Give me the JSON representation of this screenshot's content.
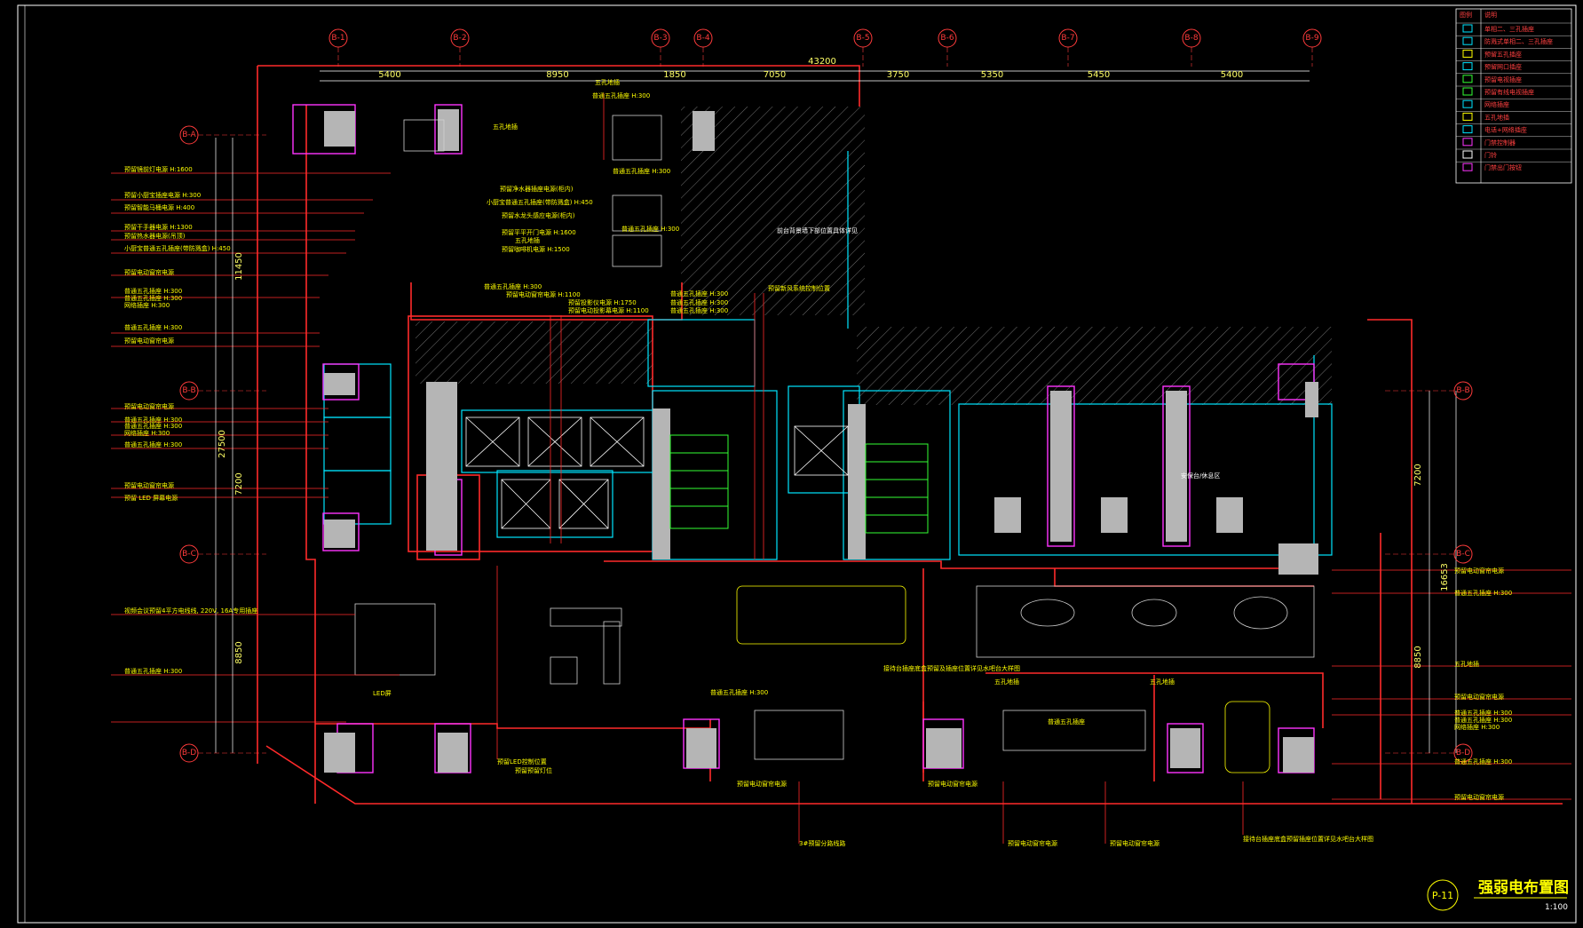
{
  "drawing": {
    "sheet_no": "P-11",
    "title": "强弱电布置图",
    "scale": "1:100",
    "total_width": "43200"
  },
  "top_dims": [
    "5400",
    "8950",
    "1850",
    "7050",
    "3750",
    "5350",
    "5450",
    "5400"
  ],
  "left_dims": [
    "11450",
    "27500",
    "7200",
    "8850"
  ],
  "right_dims": [
    "7200",
    "16653",
    "8850"
  ],
  "axis_top": [
    "B-1",
    "B-2",
    "B-3",
    "B-4",
    "B-5",
    "B-6",
    "B-7",
    "B-8",
    "B-9"
  ],
  "axis_left": [
    "B-A",
    "B-B",
    "B-C",
    "B-D"
  ],
  "axis_right": [
    "B-B",
    "B-C",
    "B-D"
  ],
  "legend": {
    "header": [
      "图例",
      "说明"
    ],
    "items": [
      "单相二、三孔插座",
      "防溅式单相二、三孔插座",
      "预留五孔插座",
      "预留网口插座",
      "预留电视插座",
      "预留有线电视插座",
      "网络插座",
      "五孔地插",
      "电话+网络插座",
      "门禁控制器",
      "门铃",
      "门禁出门按钮"
    ]
  },
  "left_callouts": [
    "预留镜前灯电源 H:1600",
    "预留小厨宝插座电源 H:300",
    "预留智能马桶电源 H:400",
    "预留干手器电源 H:1300",
    "预留热水器电源(吊顶)",
    "小厨宝普通五孔插座(带防溅盒) H:450",
    "预留电动窗帘电源",
    "普通五孔插座 H:300",
    "普通五孔插座 H:300",
    "网络插座 H:300",
    "普通五孔插座 H:300",
    "预留电动窗帘电源",
    "预留电动窗帘电源",
    "普通五孔插座 H:300",
    "普通五孔插座 H:300",
    "网络插座 H:300",
    "普通五孔插座 H:300",
    "预留电动窗帘电源",
    "预留 LED 屏幕电源",
    "视频会议预留4平方电线线, 220V, 16A专用插座",
    "普通五孔插座 H:300"
  ],
  "top_callouts": [
    "五孔地插",
    "普通五孔插座 H:300",
    "五孔地插",
    "预留净水器插座电源(柜内)",
    "小厨宝普通五孔插座(带防溅盒) H:450",
    "预留水龙头感应电源(柜内)",
    "预留平平开门电源 H:1600",
    "五孔地插",
    "预留咖啡机电源 H:1500",
    "普通五孔插座 H:300",
    "普通五孔插座 H:300",
    "普通五孔插座 H:300",
    "预留电动窗帘电源 H:1100",
    "预留投影仪电源 H:1750",
    "预留电动投影幕电源 H:1100",
    "普通五孔插座 H:300",
    "普通五孔插座 H:300",
    "普通五孔插座 H:300",
    "预留新风系统控制位置"
  ],
  "right_callouts": [
    "预留电动窗帘电源",
    "普通五孔插座 H:300",
    "五孔地插",
    "预留电动窗帘电源",
    "普通五孔插座 H:300",
    "普通五孔插座 H:300",
    "网络插座 H:300",
    "普通五孔插座 H:300",
    "预留电动窗帘电源"
  ],
  "bottom_callouts": [
    "普通五孔插座 H:300",
    "预留电动窗帘电源",
    "预留电动窗帘电源",
    "3#预留分路线路",
    "预留电动窗帘电源",
    "预留电动窗帘电源",
    "五孔地插",
    "普通五孔插座",
    "五孔地插",
    "接待台插座底盒预留及插座位置详见水吧台大样图",
    "预留LED控制位置",
    "预留预留灯位",
    "LED屏",
    "接待台插座底盒预留插座位置详见水吧台大样图"
  ],
  "room_notes": [
    "前台背景墙下部位置具体详见",
    "安保台/休息区"
  ],
  "colors": {
    "background": "#000000",
    "wall": "#ff2a2a",
    "cyan": "#00e5ff",
    "magenta": "#ff33ff",
    "green": "#33ff33",
    "yellow": "#ffff00",
    "hatch": "#8a8a8a",
    "column": "#b5b5b5"
  }
}
